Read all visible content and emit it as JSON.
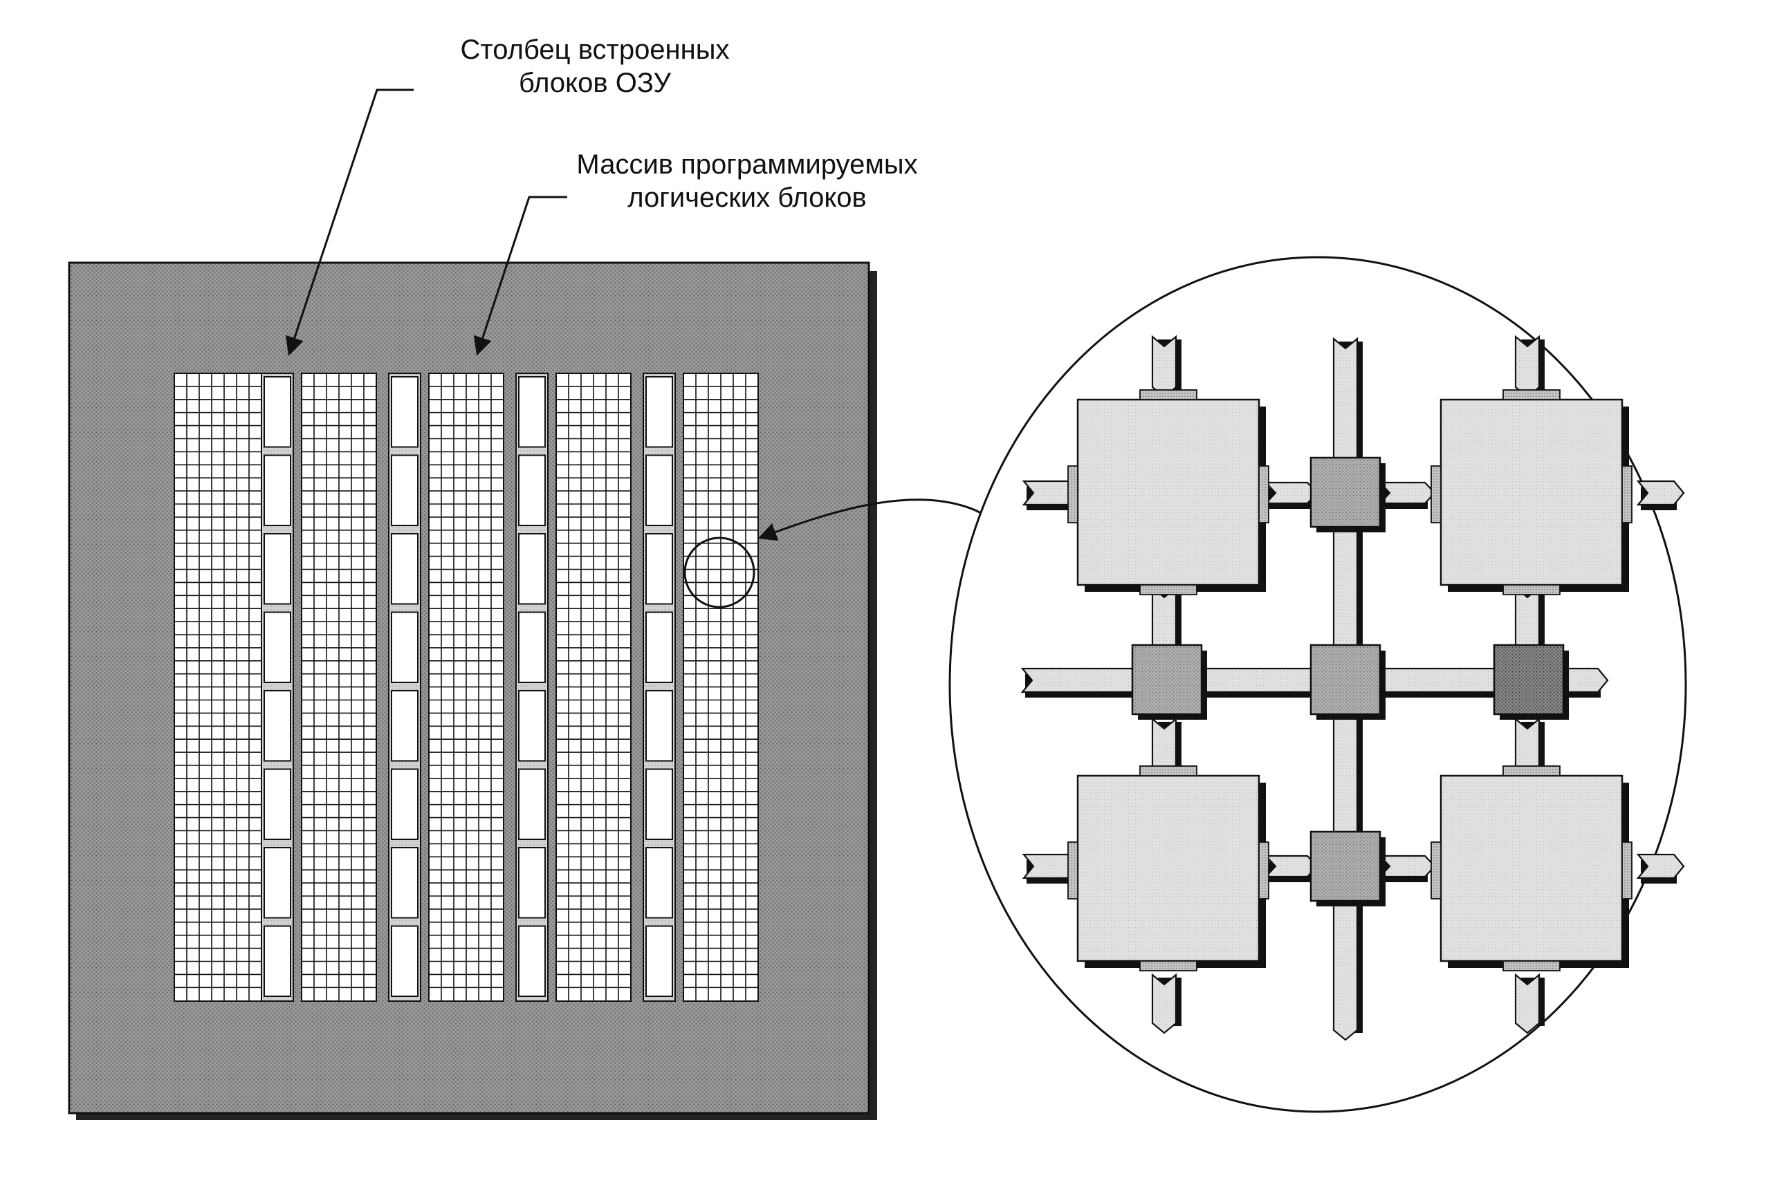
{
  "labels": {
    "ram_column": {
      "line1": "Столбец встроенных",
      "line2": "блоков ОЗУ"
    },
    "logic_array": {
      "line1": "Массив программируемых",
      "line2": "логических блоков"
    }
  },
  "chip": {
    "ram_columns": 4,
    "ram_blocks_per_column": 8,
    "logic_groups": 5
  },
  "detail": {
    "logic_blocks": 4,
    "switch_matrices": 5
  },
  "colors": {
    "ink": "#111111",
    "chip_fill": "#8f8f8f",
    "grid_fill": "#ffffff",
    "block_fill": "#dedede",
    "switch_fill": "#a9a9a9",
    "switch_dark_fill": "#7e7e7e",
    "arrow_fill": "#d0d0d0",
    "port_fill": "#b5b5b5"
  }
}
